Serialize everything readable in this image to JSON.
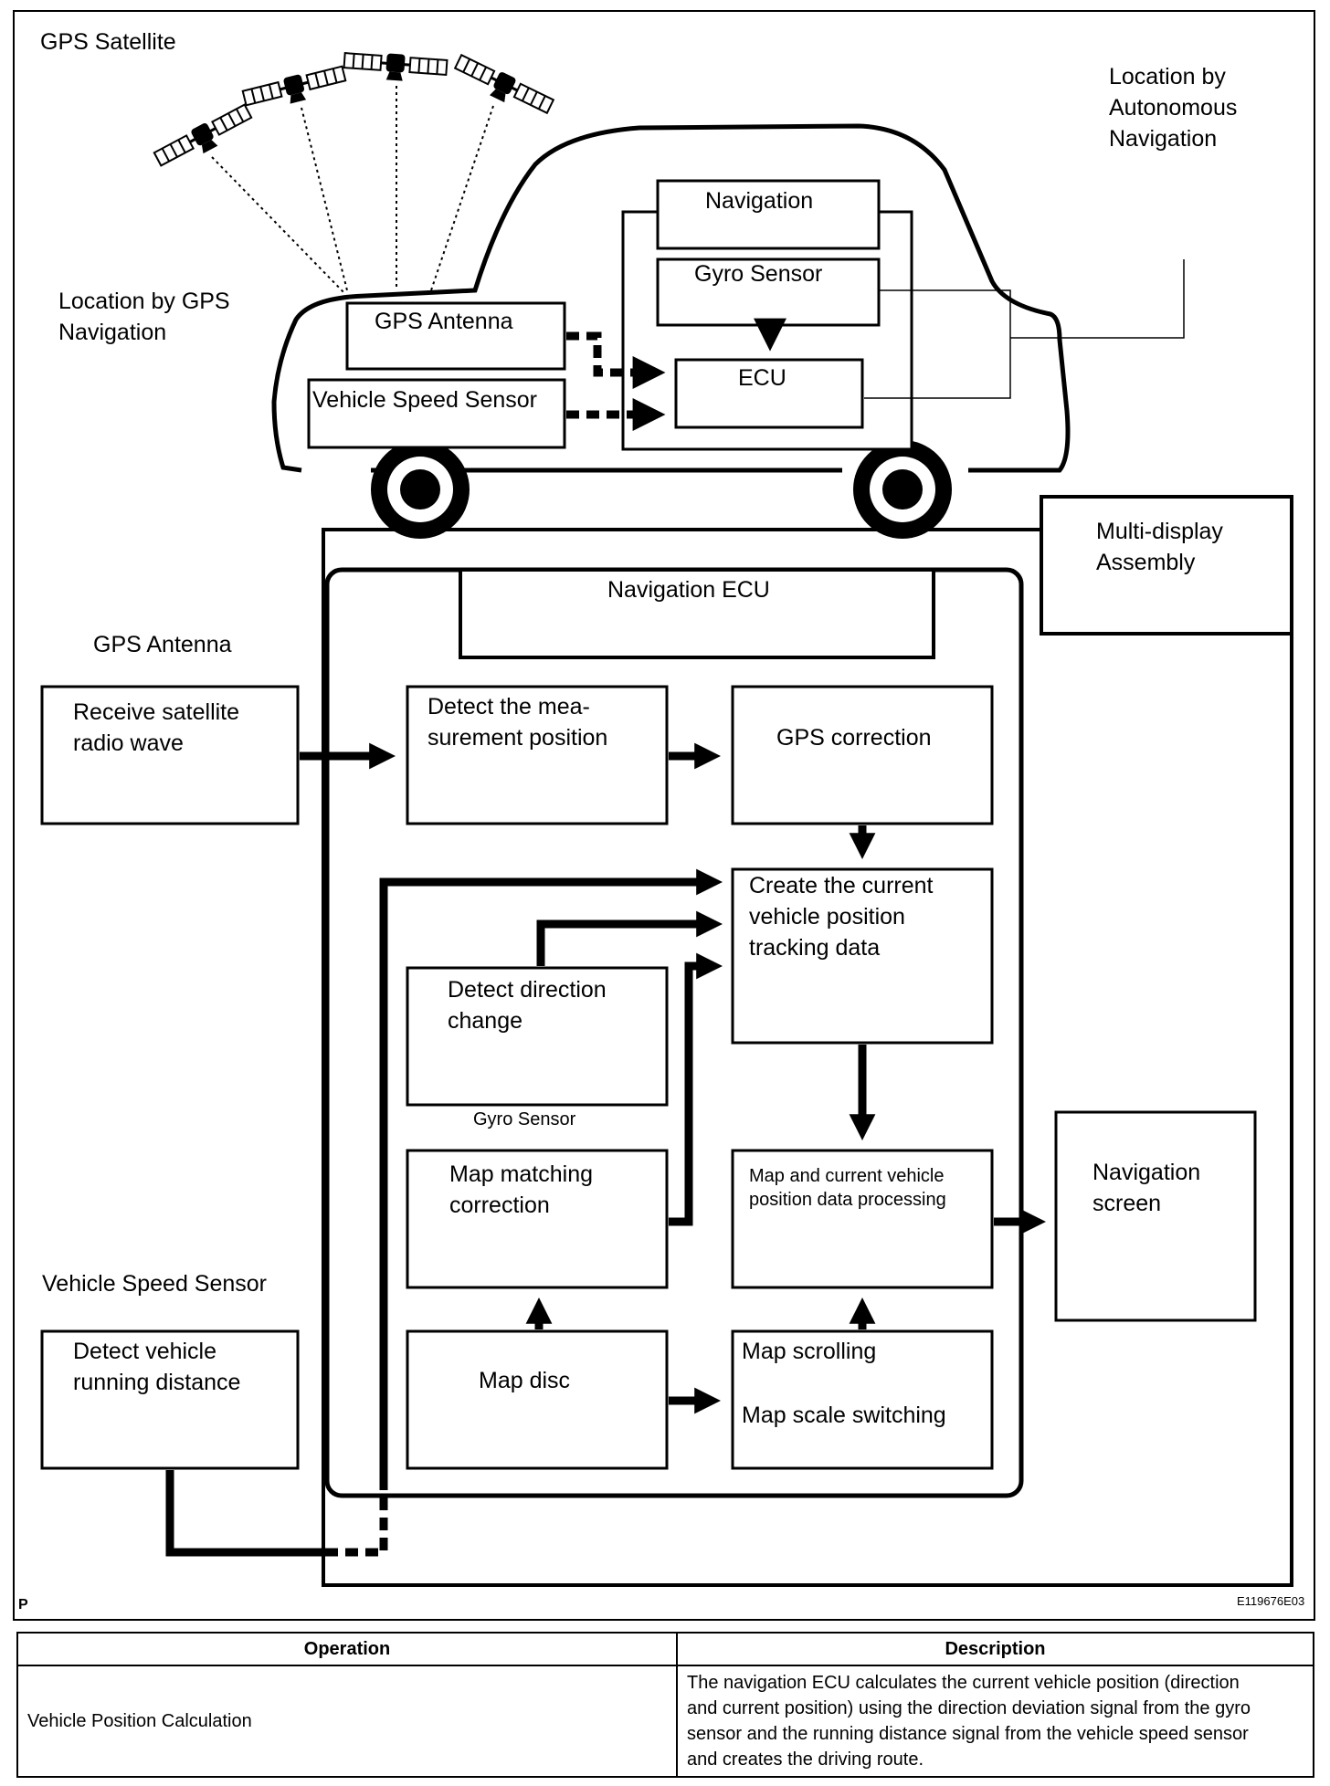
{
  "diagram": {
    "gps_satellite": "GPS Satellite",
    "location_by_gps": [
      "Location by GPS",
      "Navigation"
    ],
    "location_by_autonomous": [
      "Location by",
      "Autonomous",
      "Navigation"
    ],
    "vehicle": {
      "navigation": "Navigation",
      "gyro_sensor": "Gyro Sensor",
      "ecu": "ECU",
      "gps_antenna": "GPS Antenna",
      "vehicle_speed_sensor": "Vehicle Speed Sensor"
    },
    "flow": {
      "multi_display": [
        "Multi-display",
        "Assembly"
      ],
      "navigation_ecu": "Navigation ECU",
      "gps_antenna_label": "GPS Antenna",
      "receive_satellite": [
        "Receive satellite",
        "radio wave"
      ],
      "detect_measurement": [
        "Detect the mea-",
        "surement position"
      ],
      "gps_correction": "GPS correction",
      "create_tracking": [
        "Create the current",
        "vehicle position",
        "tracking data"
      ],
      "detect_direction": [
        "Detect direction",
        "change"
      ],
      "gyro_sensor_label": "Gyro  Sensor",
      "map_matching": [
        "Map matching",
        "correction"
      ],
      "map_processing": [
        "Map and current vehicle",
        "position data processing"
      ],
      "navigation_screen": [
        "Navigation",
        "screen"
      ],
      "vehicle_speed_sensor_label": "Vehicle Speed Sensor",
      "detect_running": [
        "Detect vehicle",
        "running distance"
      ],
      "map_disc": "Map disc",
      "map_scrolling": "Map scrolling",
      "map_scale": "Map scale switching"
    },
    "corner_p": "P",
    "figure_code": "E119676E03"
  },
  "table": {
    "headers": [
      "Operation",
      "Description"
    ],
    "rows": [
      {
        "operation": "Vehicle Position Calculation",
        "description": [
          "The navigation ECU calculates the current vehicle position (direction",
          "and current position) using the direction deviation signal from the gyro",
          "sensor and the running distance signal from the vehicle speed sensor",
          "and creates the driving route."
        ]
      }
    ]
  }
}
